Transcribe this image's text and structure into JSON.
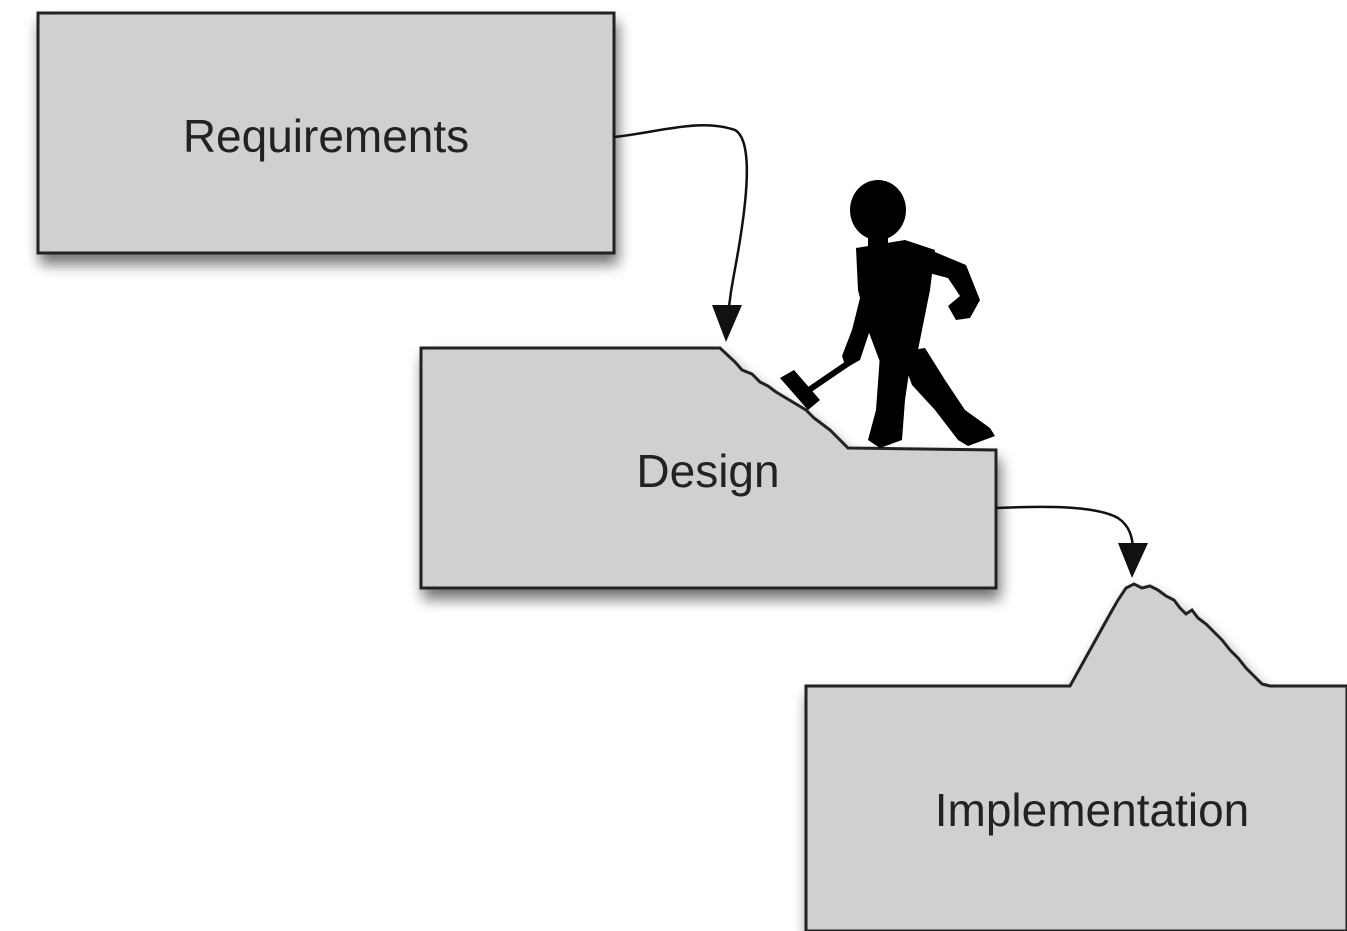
{
  "diagram": {
    "stages": [
      {
        "id": "requirements",
        "label": "Requirements"
      },
      {
        "id": "design",
        "label": "Design"
      },
      {
        "id": "implementation",
        "label": "Implementation"
      }
    ],
    "colors": {
      "box_fill": "#d0d0d0",
      "box_stroke": "#222222",
      "figure": "#000000",
      "arrow": "#111111",
      "background": "#ffffff"
    },
    "figure": {
      "name": "worker-with-hammer"
    }
  }
}
